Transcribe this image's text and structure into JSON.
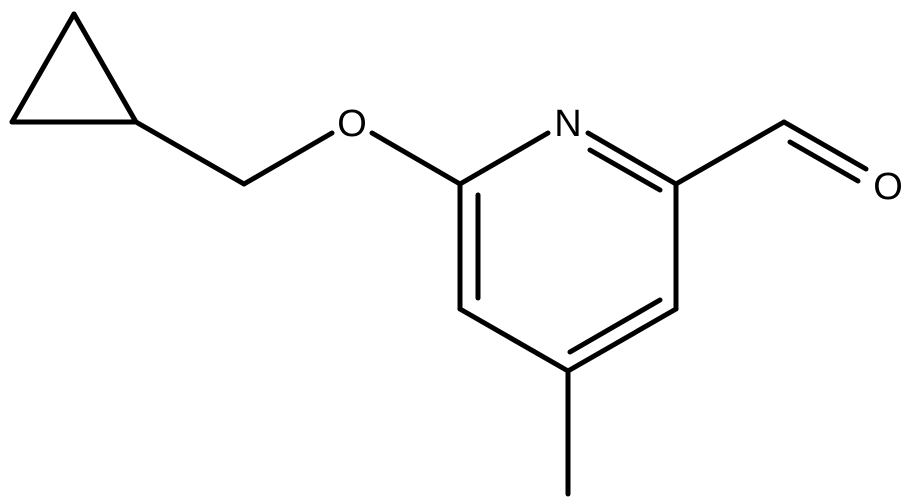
{
  "molecule": {
    "atoms": {
      "nitrogen": "N",
      "ether_oxygen": "O",
      "aldehyde_oxygen": "O"
    }
  },
  "colors": {
    "bond": "#000000",
    "label": "#000000",
    "background": "#ffffff"
  }
}
